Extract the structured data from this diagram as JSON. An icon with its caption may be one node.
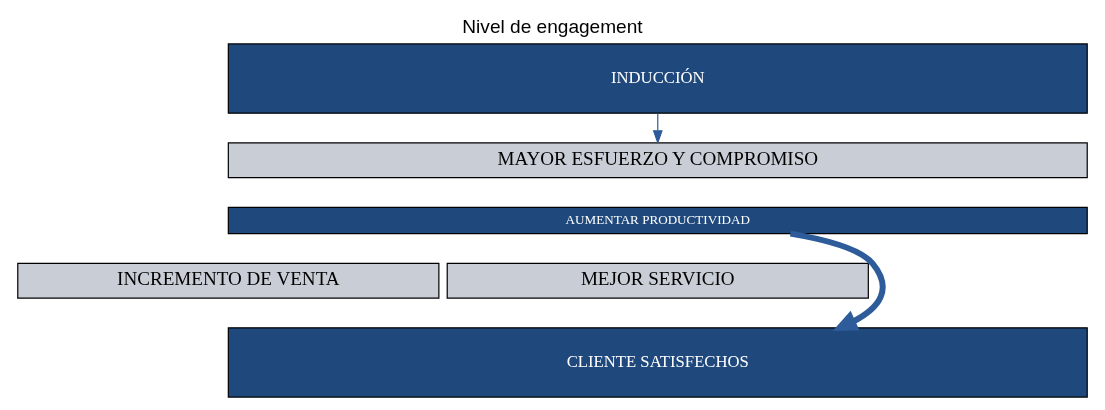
{
  "diagram": {
    "title": "Nivel de engagement",
    "nodes": [
      {
        "text": [
          "INDUCCIÓN"
        ]
      },
      {
        "text": [
          "MAYOR ESFUERZO Y COMPROMISO"
        ]
      },
      {
        "text": [
          "AUMENTAR PRODUCTIVIDAD"
        ]
      },
      {
        "text": [
          "INCREMENTO DE VENTA"
        ]
      },
      {
        "text": [
          "MEJOR SERVICIO"
        ]
      },
      {
        "text": [
          "CLIENTE SATISFECHOS"
        ]
      }
    ],
    "edges": [
      {
        "from": 0,
        "to": 1,
        "arrow": "to"
      },
      {
        "from": 2,
        "to": 5,
        "arrow": "to",
        "style": "thick"
      }
    ]
  }
}
